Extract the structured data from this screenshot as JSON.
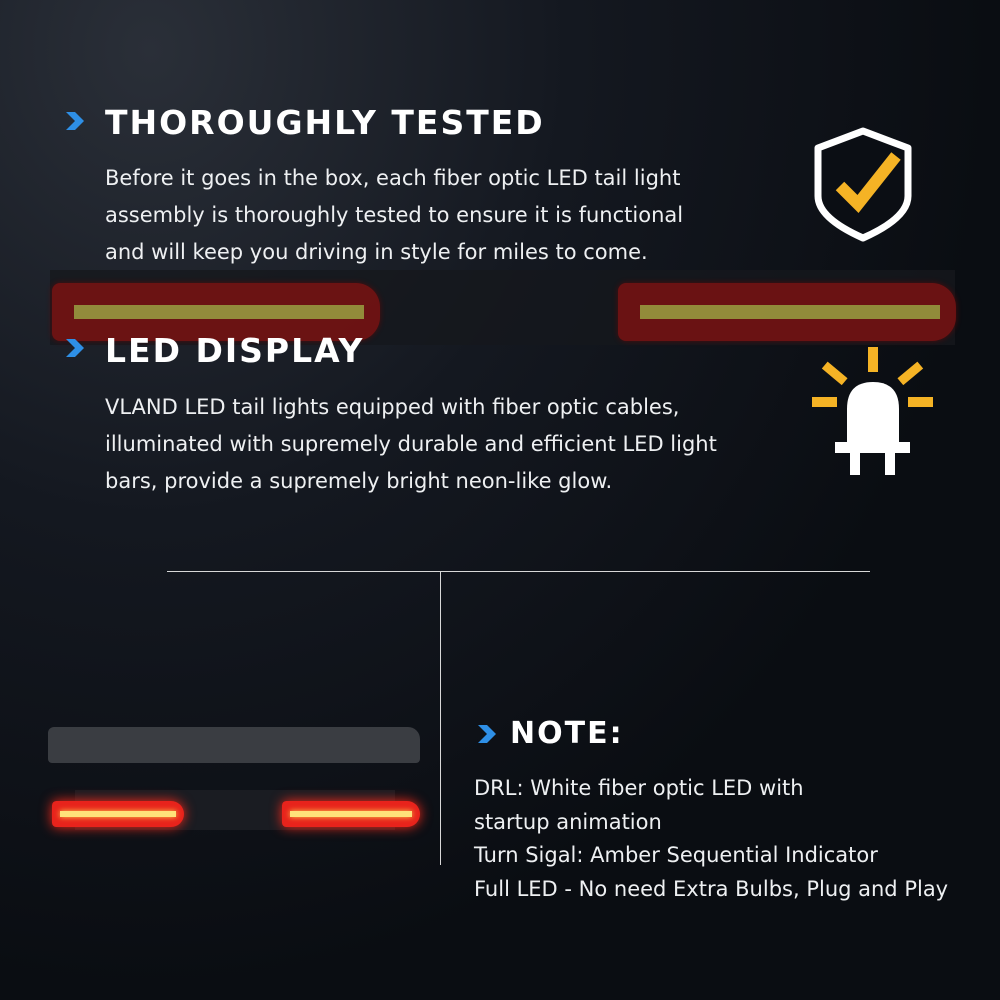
{
  "sections": [
    {
      "title": "THOROUGHLY TESTED",
      "lines": [
        "Before it goes in the box, each fiber optic LED tail light",
        "assembly is thoroughly tested to ensure it is functional",
        "and will keep you driving in style for miles to come."
      ]
    },
    {
      "title": "LED DISPLAY",
      "lines": [
        "VLAND LED tail lights equipped with fiber optic cables,",
        "illuminated with supremely durable and efficient LED light",
        "bars, provide a supremely bright neon-like glow."
      ]
    }
  ],
  "note": {
    "title": "NOTE:",
    "lines": [
      "DRL: White fiber optic LED with",
      "startup animation",
      "Turn Sigal: Amber Sequential Indicator",
      "Full LED - No need Extra Bulbs, Plug and Play"
    ]
  },
  "colors": {
    "accent_blue": "#2e8fe6",
    "accent_amber": "#f5b325"
  }
}
